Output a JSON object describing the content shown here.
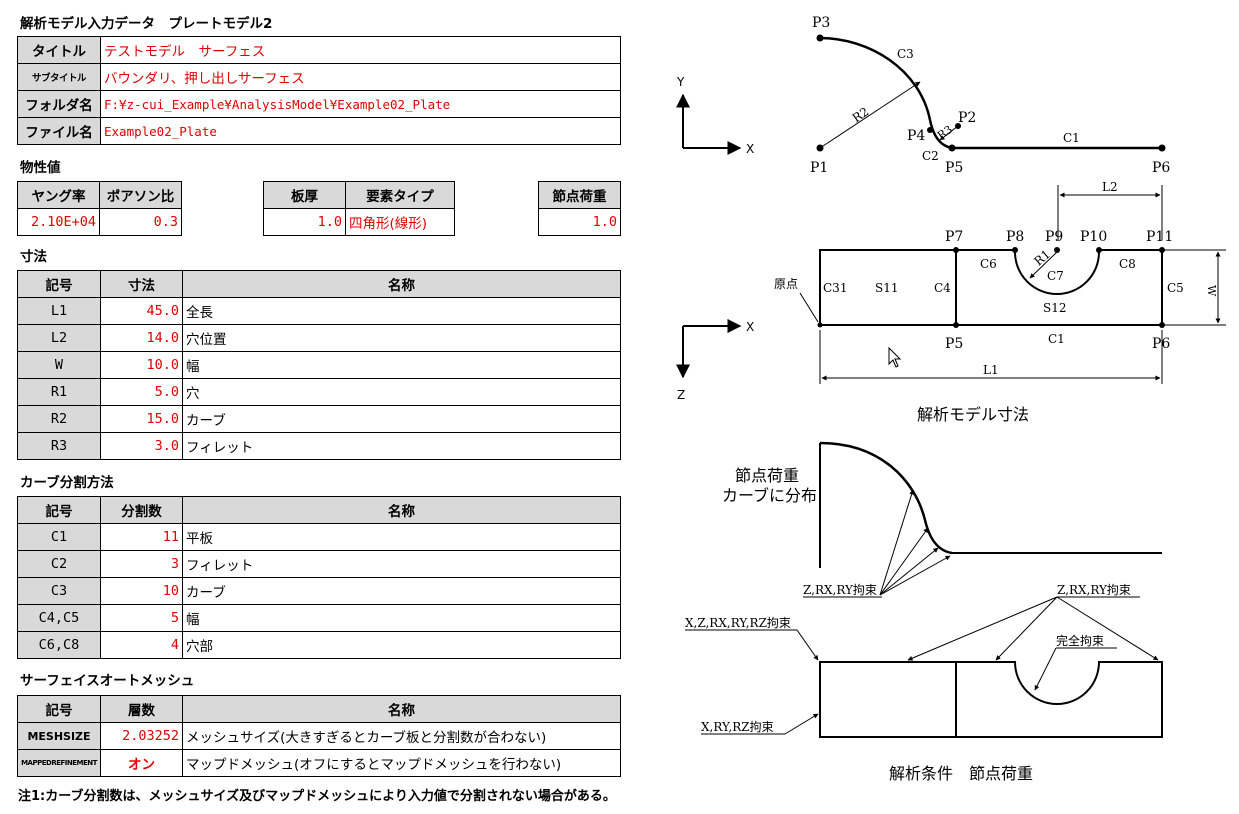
{
  "doc_title": "解析モデル入力データ　プレートモデル2",
  "header": {
    "rows": [
      {
        "label": "タイトル",
        "value": "テストモデル　サーフェス"
      },
      {
        "label": "サブタイトル",
        "value": "バウンダリ、押し出しサーフェス"
      },
      {
        "label": "フォルダ名",
        "value": "F:¥z-cui_Example¥AnalysisModel¥Example02_Plate"
      },
      {
        "label": "ファイル名",
        "value": "Example02_Plate"
      }
    ]
  },
  "material": {
    "title": "物性値",
    "young_label": "ヤング率",
    "young_value": "2.10E+04",
    "poisson_label": "ポアソン比",
    "poisson_value": "0.3",
    "thickness_label": "板厚",
    "thickness_value": "1.0",
    "elem_label": "要素タイプ",
    "elem_value": "四角形(線形)",
    "load_label": "節点荷重",
    "load_value": "1.0"
  },
  "dimensions": {
    "title": "寸法",
    "headers": [
      "記号",
      "寸法",
      "名称"
    ],
    "rows": [
      {
        "sym": "L1",
        "val": "45.0",
        "name": "全長"
      },
      {
        "sym": "L2",
        "val": "14.0",
        "name": "穴位置"
      },
      {
        "sym": "W",
        "val": "10.0",
        "name": "幅"
      },
      {
        "sym": "R1",
        "val": "5.0",
        "name": "穴"
      },
      {
        "sym": "R2",
        "val": "15.0",
        "name": "カーブ"
      },
      {
        "sym": "R3",
        "val": "3.0",
        "name": "フィレット"
      }
    ]
  },
  "curve_div": {
    "title": "カーブ分割方法",
    "headers": [
      "記号",
      "分割数",
      "名称"
    ],
    "rows": [
      {
        "sym": "C1",
        "val": "11",
        "name": "平板"
      },
      {
        "sym": "C2",
        "val": "3",
        "name": "フィレット"
      },
      {
        "sym": "C3",
        "val": "10",
        "name": "カーブ"
      },
      {
        "sym": "C4,C5",
        "val": "5",
        "name": "幅"
      },
      {
        "sym": "C6,C8",
        "val": "4",
        "name": "穴部"
      }
    ]
  },
  "automesh": {
    "title": "サーフェイスオートメッシュ",
    "headers": [
      "記号",
      "層数",
      "名称"
    ],
    "rows": [
      {
        "sym": "MESHSIZE",
        "val": "2.03252",
        "name": "メッシュサイズ(大きすぎるとカーブ板と分割数が合わない)"
      },
      {
        "sym": "MAPPEDREFINEMENT",
        "val": "オン",
        "name": "マップドメッシュ(オフにするとマップドメッシュを行わない)"
      }
    ]
  },
  "note": "注1:カーブ分割数は、メッシュサイズ及びマップドメッシュにより入力値で分割されない場合がある。",
  "diagram_top": {
    "axis_y": "Y",
    "axis_x": "X",
    "p3": "P3",
    "c3": "C3",
    "r2": "R2",
    "p2": "P2",
    "p4": "P4",
    "r3": "R3",
    "c2": "C2",
    "c1": "C1",
    "p1": "P1",
    "p5": "P5",
    "p6": "P6"
  },
  "diagram_dims": {
    "l2": "L2",
    "p7": "P7",
    "p8": "P8",
    "p9": "P9",
    "p10": "P10",
    "p11": "P11",
    "r1": "R1",
    "c6": "C6",
    "c7": "C7",
    "c8": "C8",
    "w": "W",
    "origin": "原点",
    "c31": "C31",
    "s11": "S11",
    "c4": "C4",
    "c5": "C5",
    "s12": "S12",
    "axis_x": "X",
    "axis_z": "Z",
    "p5": "P5",
    "c1": "C1",
    "p6": "P6",
    "l1": "L1",
    "caption": "解析モデル寸法"
  },
  "diagram_cond": {
    "load_line1": "節点荷重",
    "load_line2": "カーブに分布",
    "constraint_left": "Z,RX,RY拘束",
    "constraint_right": "Z,RX,RY拘束",
    "constraint_xz": "X,Z,RX,RY,RZ拘束",
    "constraint_full": "完全拘束",
    "constraint_xry": "X,RY,RZ拘束",
    "caption": "解析条件　節点荷重"
  }
}
